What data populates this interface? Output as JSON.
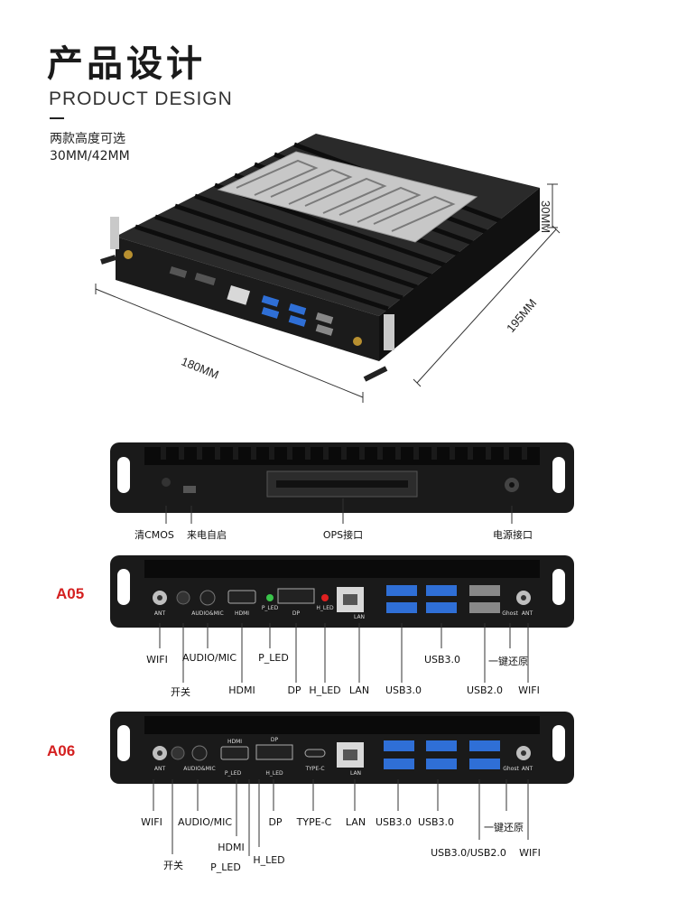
{
  "header": {
    "title_cn": "产品设计",
    "title_en": "PRODUCT DESIGN",
    "subtitle_line1": "两款高度可选",
    "subtitle_line2": "30MM/42MM"
  },
  "dimensions": {
    "height": "30MM",
    "depth": "195MM",
    "width": "180MM"
  },
  "top_panel": {
    "labels": [
      "清CMOS",
      "来电自启",
      "OPS接口",
      "电源接口"
    ]
  },
  "a05": {
    "model": "A05",
    "port_labels": [
      "ANT",
      "AUDIO&MIC",
      "HDMI",
      "P_LED",
      "DP",
      "H_LED",
      "LAN",
      "Ghost",
      "ANT"
    ],
    "callouts": [
      "WIFI",
      "开关",
      "AUDIO/MIC",
      "HDMI",
      "P_LED",
      "DP",
      "H_LED",
      "LAN",
      "USB3.0",
      "USB3.0",
      "USB2.0",
      "一键还原",
      "WIFI"
    ]
  },
  "a06": {
    "model": "A06",
    "port_labels": [
      "ANT",
      "AUDIO&MIC",
      "HDMI",
      "DP",
      "P_LED",
      "H_LED",
      "TYPE-C",
      "LAN",
      "Ghost",
      "ANT"
    ],
    "callouts": [
      "WIFI",
      "开关",
      "AUDIO/MIC",
      "HDMI",
      "P_LED",
      "H_LED",
      "DP",
      "TYPE-C",
      "LAN",
      "USB3.0",
      "USB3.0",
      "USB3.0/USB2.0",
      "一键还原",
      "WIFI"
    ]
  },
  "colors": {
    "accent": "#d42020",
    "usb_blue": "#2f6fd6",
    "chassis": "#1b1b1b"
  }
}
